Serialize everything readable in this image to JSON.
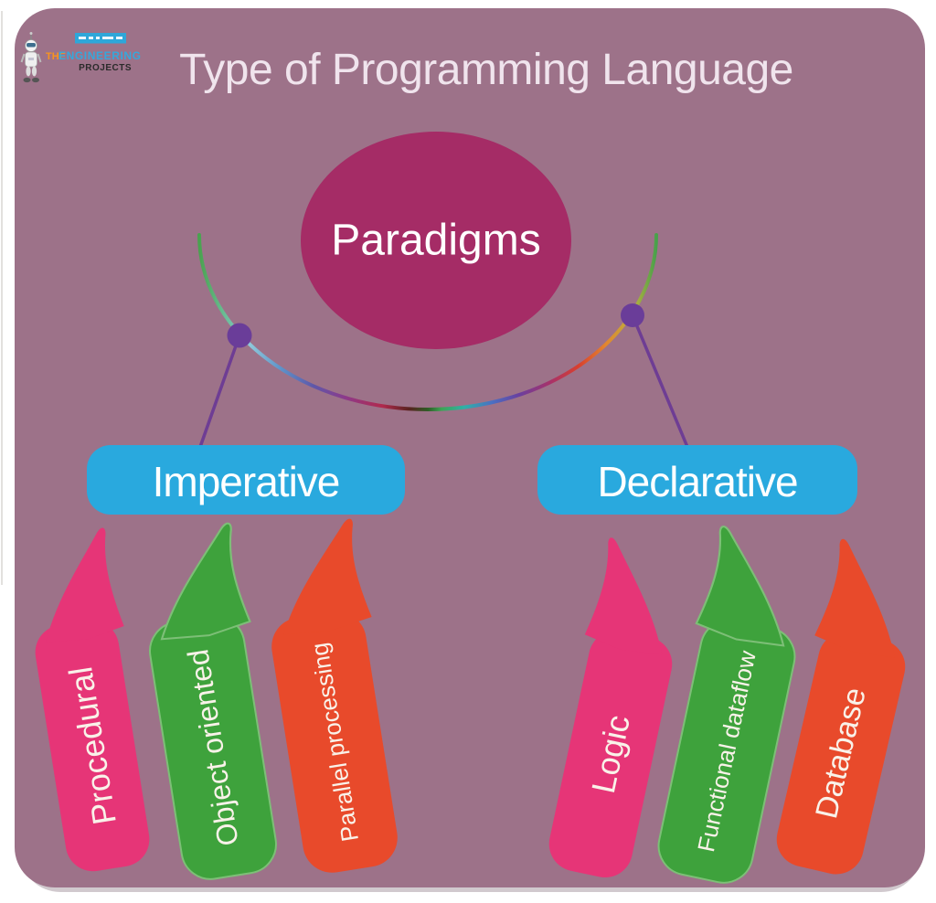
{
  "canvas": {
    "title": "Type of Programming Language",
    "title_color": "#F0E4ED",
    "panel_color": "#9D7289",
    "page_bg": "#FFFFFF"
  },
  "logo": {
    "brand_the": "THE",
    "brand_engineering": "ENGINEERING",
    "brand_projects": "PROJECTS",
    "the_color": "#F7941E",
    "engineering_color": "#35A8DC",
    "projects_color": "#2B2B2B",
    "banner_color": "#2EA7D9"
  },
  "root_node": {
    "label": "Paradigms",
    "fill": "#A52C66",
    "text_color": "#FFFFFF"
  },
  "branch_nodes": [
    {
      "label": "Imperative",
      "fill": "#29A9DE",
      "text_color": "#FFFFFF"
    },
    {
      "label": "Declarative",
      "fill": "#29A9DE",
      "text_color": "#FFFFFF"
    }
  ],
  "leaf_nodes": [
    {
      "label": "Procedural",
      "fill": "#E63577",
      "parent": "Imperative"
    },
    {
      "label": "Object oriented",
      "fill": "#3EA23C",
      "parent": "Imperative"
    },
    {
      "label": "Parallel processing",
      "fill": "#E84A2B",
      "parent": "Imperative"
    },
    {
      "label": "Logic",
      "fill": "#E63577",
      "parent": "Declarative"
    },
    {
      "label": "Functional dataflow",
      "fill": "#3EA23C",
      "parent": "Declarative"
    },
    {
      "label": "Database",
      "fill": "#E84A2B",
      "parent": "Declarative"
    }
  ],
  "styles": {
    "leaf_text_color": "#F9F2E9",
    "green_outline": "#7DBF77"
  },
  "connectors": {
    "dot_color": "#6A3D99",
    "line_color": "#6E3D94",
    "arc_gradient": [
      "#4AA24F",
      "#66BB8E",
      "#8FC9DA",
      "#5D92C9",
      "#5F57A9",
      "#8D3A8A",
      "#B12A4E",
      "#58221F",
      "#2E5D26",
      "#3DA455",
      "#2FB1A8",
      "#4A70C3",
      "#6A3F9F",
      "#A93268",
      "#D9402E",
      "#E2872F",
      "#B9B13D",
      "#47A14B"
    ]
  }
}
